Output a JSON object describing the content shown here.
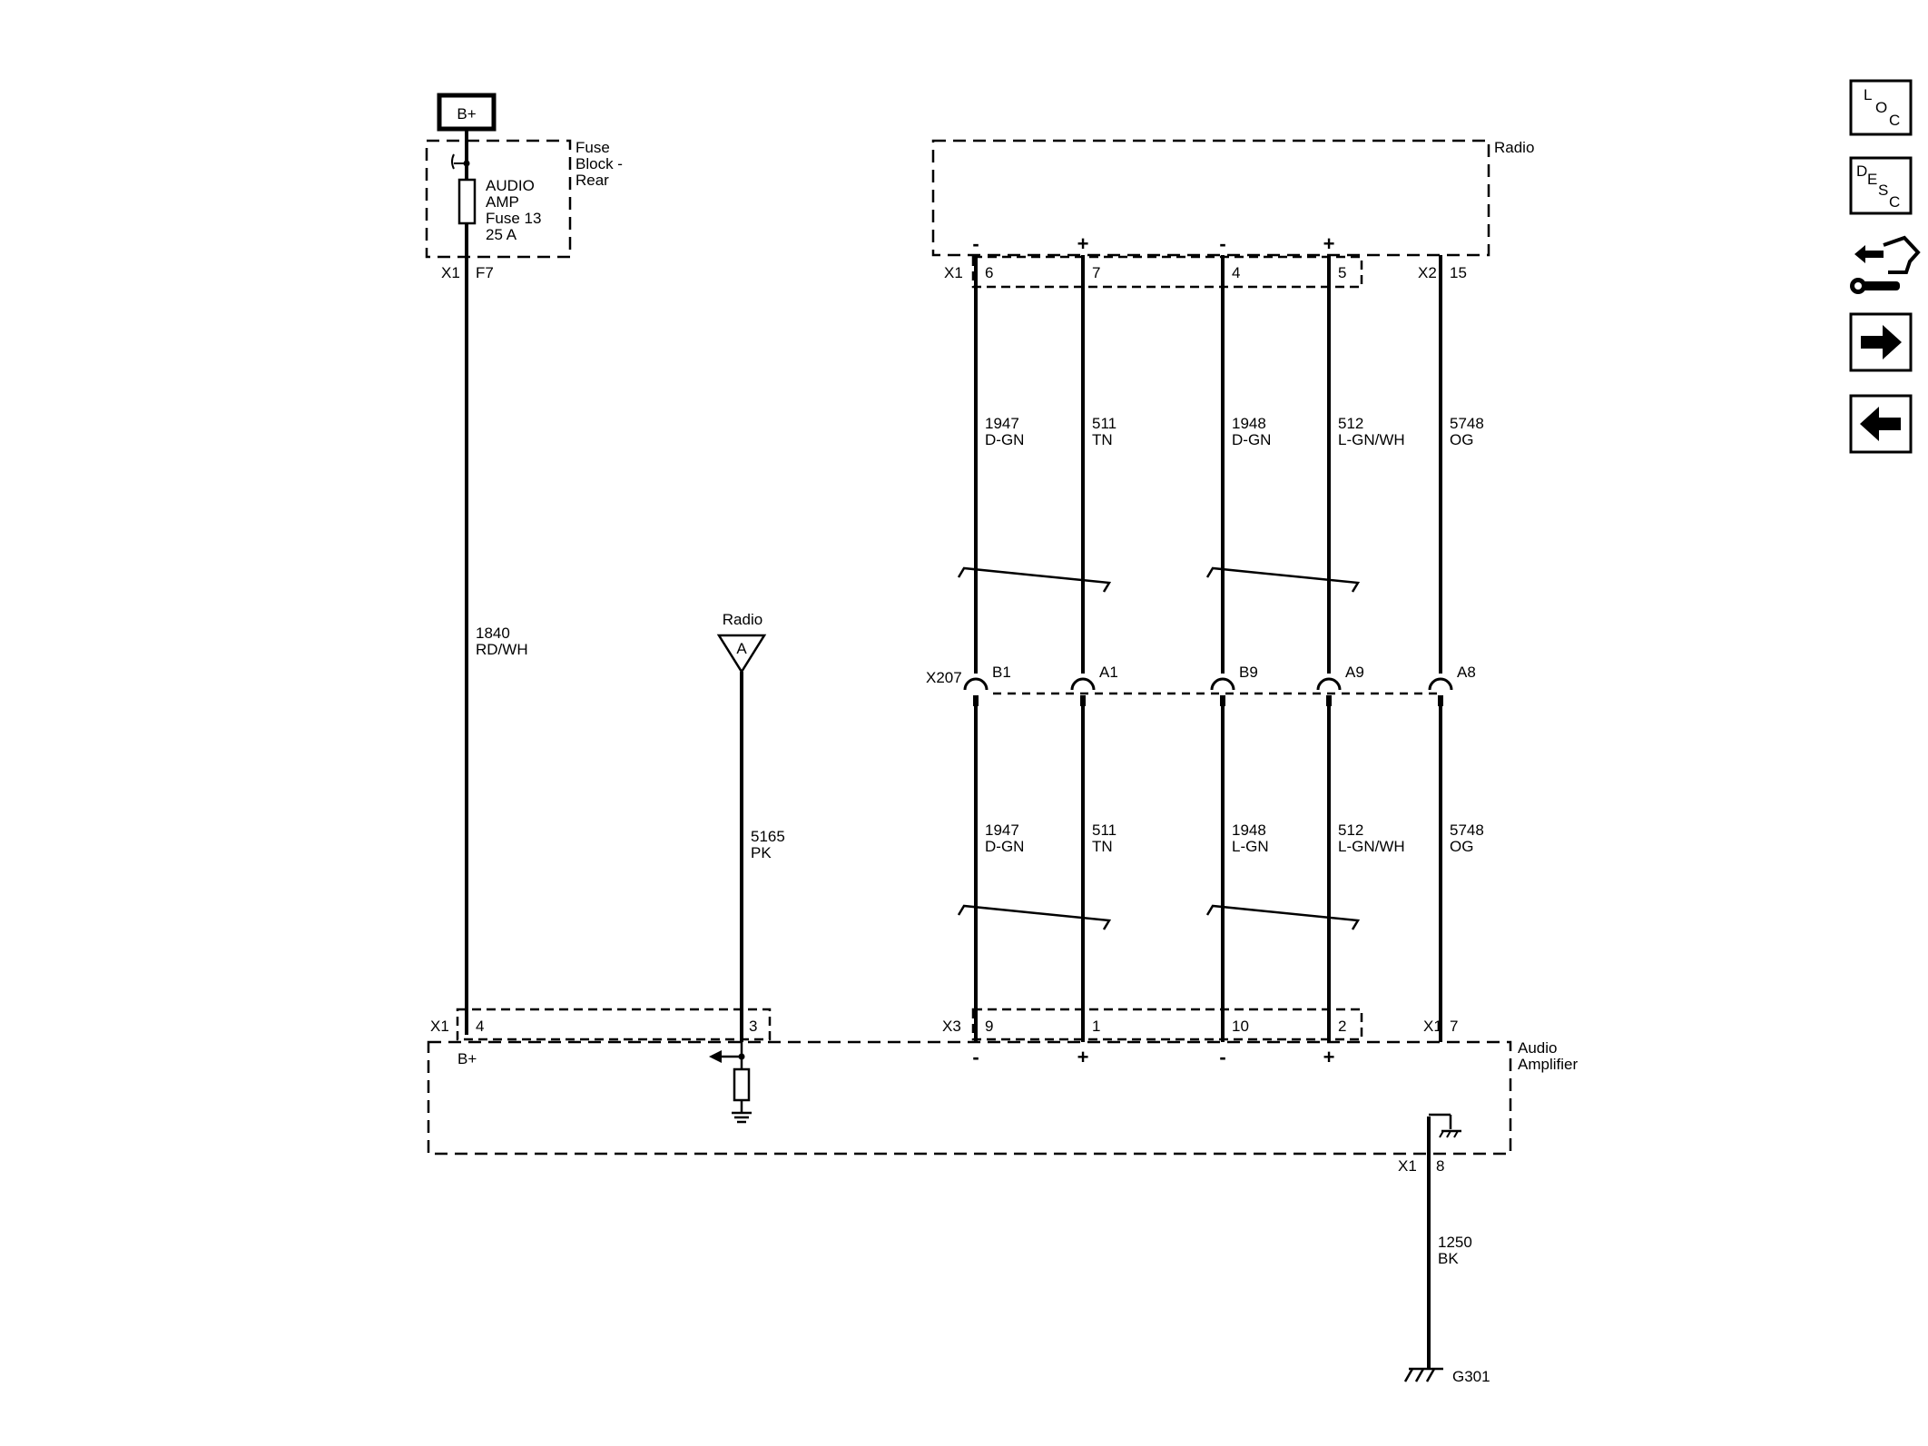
{
  "power": {
    "label": "B+"
  },
  "fuse_block": {
    "name_lines": [
      "Fuse",
      "Block -",
      "Rear"
    ],
    "fuse_lines": [
      "AUDIO",
      "AMP",
      "Fuse 13",
      "25 A"
    ],
    "connector": "X1",
    "pin": "F7"
  },
  "radio": {
    "name": "Radio",
    "x1_connector": "X1",
    "x2_connector": "X2",
    "pins": [
      {
        "pin": "6",
        "polarity": "-"
      },
      {
        "pin": "7",
        "polarity": "+"
      },
      {
        "pin": "4",
        "polarity": "-"
      },
      {
        "pin": "5",
        "polarity": "+"
      },
      {
        "pin": "15",
        "polarity": ""
      }
    ]
  },
  "upper_wires": [
    {
      "circuit": "1947",
      "color": "D-GN"
    },
    {
      "circuit": "511",
      "color": "TN"
    },
    {
      "circuit": "1948",
      "color": "D-GN"
    },
    {
      "circuit": "512",
      "color": "L-GN/WH"
    },
    {
      "circuit": "5748",
      "color": "OG"
    }
  ],
  "inline_connector": {
    "name": "X207",
    "pins": [
      "B1",
      "A1",
      "B9",
      "A9",
      "A8"
    ]
  },
  "lower_wires": [
    {
      "circuit": "1947",
      "color": "D-GN"
    },
    {
      "circuit": "511",
      "color": "TN"
    },
    {
      "circuit": "1948",
      "color": "L-GN"
    },
    {
      "circuit": "512",
      "color": "L-GN/WH"
    },
    {
      "circuit": "5748",
      "color": "OG"
    }
  ],
  "power_wire": {
    "circuit": "1840",
    "color": "RD/WH"
  },
  "antenna": {
    "label": "Radio",
    "symbol": "A",
    "circuit": "5165",
    "color": "PK"
  },
  "amplifier": {
    "name_lines": [
      "Audio",
      "Amplifier"
    ],
    "x1_connector": "X1",
    "x3_connector": "X3",
    "x1_right_connector": "X1",
    "power_pin": "4",
    "power_label": "B+",
    "antenna_pin": "3",
    "pins": [
      {
        "pin": "9",
        "polarity": "-"
      },
      {
        "pin": "1",
        "polarity": "+"
      },
      {
        "pin": "10",
        "polarity": "-"
      },
      {
        "pin": "2",
        "polarity": "+"
      },
      {
        "pin": "7",
        "polarity": ""
      }
    ],
    "ground_connector": "X1",
    "ground_pin": "8"
  },
  "ground_wire": {
    "circuit": "1250",
    "color": "BK"
  },
  "ground": {
    "label": "G301"
  },
  "nav_buttons": {
    "loc": {
      "l1": "L",
      "l2": "O",
      "l3": "C"
    },
    "desc": {
      "l1": "D",
      "l2": "E",
      "l3": "S",
      "l4": "C"
    }
  }
}
